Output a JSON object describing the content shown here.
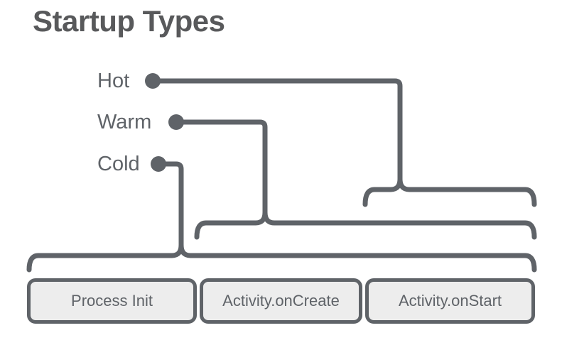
{
  "title": "Startup Types",
  "colors": {
    "line_gray": "#5f6368",
    "title_gray": "#58595b",
    "box_fill": "#ededed",
    "background": "#ffffff"
  },
  "startup_types": [
    {
      "label": "Hot",
      "covers": [
        "Activity.onStart"
      ]
    },
    {
      "label": "Warm",
      "covers": [
        "Activity.onCreate",
        "Activity.onStart"
      ]
    },
    {
      "label": "Cold",
      "covers": [
        "Process Init",
        "Activity.onCreate",
        "Activity.onStart"
      ]
    }
  ],
  "phases": [
    {
      "label": "Process Init"
    },
    {
      "label": "Activity.onCreate"
    },
    {
      "label": "Activity.onStart"
    }
  ]
}
